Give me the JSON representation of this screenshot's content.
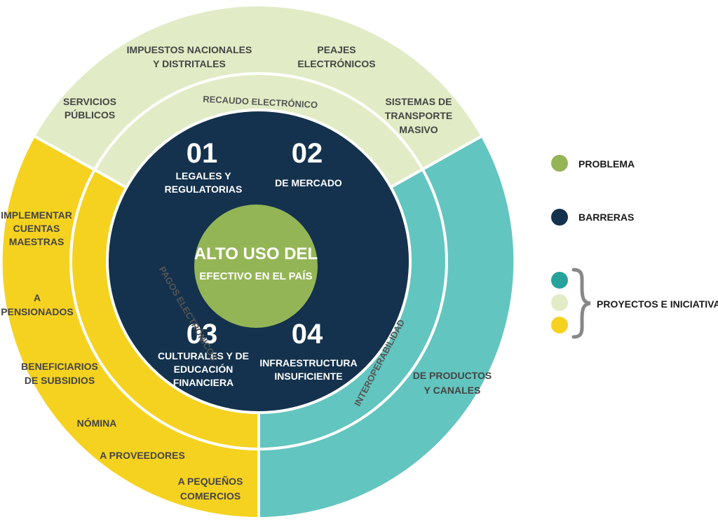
{
  "colors": {
    "problem": "#94b556",
    "barriers": "#14324d",
    "teal": "#63c5bf",
    "teal_dark": "#26a39a",
    "light_green": "#e1ecc6",
    "yellow": "#f5d220",
    "brace": "#888888"
  },
  "center": {
    "line1": "ALTO USO DEL",
    "line2": "EFECTIVO EN EL PAÍS"
  },
  "barriers": [
    {
      "number": "01",
      "line1": "LEGALES Y",
      "line2": "REGULATORIAS",
      "line3": ""
    },
    {
      "number": "02",
      "line1": "DE MERCADO",
      "line2": "",
      "line3": ""
    },
    {
      "number": "03",
      "line1": "CULTURALES Y DE",
      "line2": "EDUCACIÓN",
      "line3": "FINANCIERA"
    },
    {
      "number": "04",
      "line1": "INFRAESTRUCTURA",
      "line2": "INSUFICIENTE",
      "line3": ""
    }
  ],
  "rings": {
    "recaudo": "RECAUDO ELECTRÓNICO",
    "pagos": "PAGOS ELECTRÓNICOS",
    "interop": "INTEROPERABILIDAD"
  },
  "recaudo_items": [
    {
      "line1": "SERVICIOS",
      "line2": "PÚBLICOS",
      "line3": ""
    },
    {
      "line1": "IMPUESTOS NACIONALES",
      "line2": "Y DISTRITALES",
      "line3": ""
    },
    {
      "line1": "PEAJES",
      "line2": "ELECTRÓNICOS",
      "line3": ""
    },
    {
      "line1": "SISTEMAS DE",
      "line2": "TRANSPORTE",
      "line3": "MASIVO"
    }
  ],
  "pagos_items": [
    {
      "line1": "IMPLEMENTAR",
      "line2": "CUENTAS",
      "line3": "MAESTRAS"
    },
    {
      "line1": "A",
      "line2": "PENSIONADOS",
      "line3": ""
    },
    {
      "line1": "BENEFICIARIOS",
      "line2": "DE SUBSIDIOS",
      "line3": ""
    },
    {
      "line1": "NÓMINA",
      "line2": "",
      "line3": ""
    },
    {
      "line1": "A PROVEEDORES",
      "line2": "",
      "line3": ""
    },
    {
      "line1": "A PEQUEÑOS",
      "line2": "COMERCIOS",
      "line3": ""
    }
  ],
  "interop_items": [
    {
      "line1": "DE PRODUCTOS",
      "line2": "Y CANALES",
      "line3": ""
    }
  ],
  "legend": {
    "problem": "PROBLEMA",
    "barriers": "BARRERAS",
    "projects": "PROYECTOS E INICIATIVAS"
  }
}
